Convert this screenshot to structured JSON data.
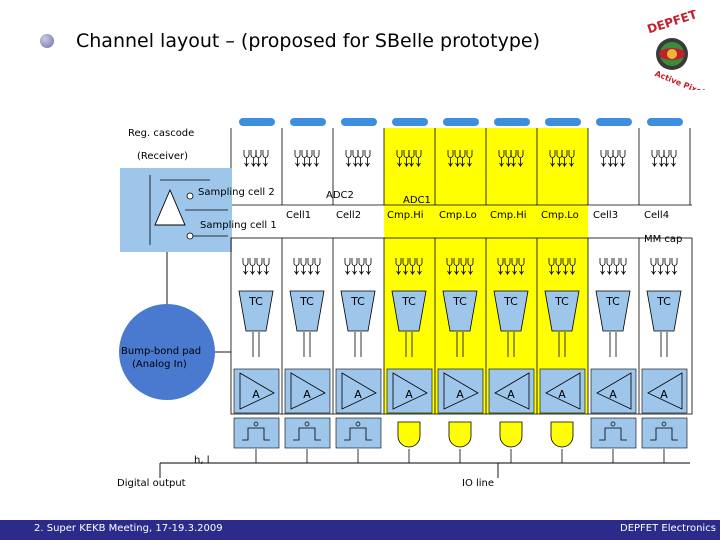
{
  "slide": {
    "title": "Channel layout – (proposed for SBelle prototype)",
    "footer_left": "2. Super KEKB Meeting, 17-19.3.2009",
    "footer_right": "DEPFET Electronics",
    "logo_top": "DEPFET",
    "logo_bottom": "Active Pixel Detector"
  },
  "diagram": {
    "reg_cascode": "Reg. cascode",
    "receiver": "(Receiver)",
    "sampling_cell_2": "Sampling cell 2",
    "sampling_cell_1": "Sampling cell 1",
    "adc2": "ADC2",
    "adc1": "ADC1",
    "column_labels": [
      "Cell1",
      "Cell2",
      "Cmp.Hi",
      "Cmp.Lo",
      "Cmp.Hi",
      "Cmp.Lo",
      "Cell3",
      "Cell4"
    ],
    "mm_cap": "MM cap",
    "tc_label": "TC",
    "amp_label": "A",
    "bump_pad_line1": "Bump-bond pad",
    "bump_pad_line2": "(Analog In)",
    "hl_label": "h, l",
    "digital_output": "Digital output",
    "io_line": "IO line"
  },
  "colors": {
    "footer_bg": "#2b2b8c",
    "yellow_region": "#ffff00",
    "cell_blue": "#9ec5ea",
    "bump_pad": "#4a7ad0",
    "top_tab": "#3e8ee0"
  }
}
